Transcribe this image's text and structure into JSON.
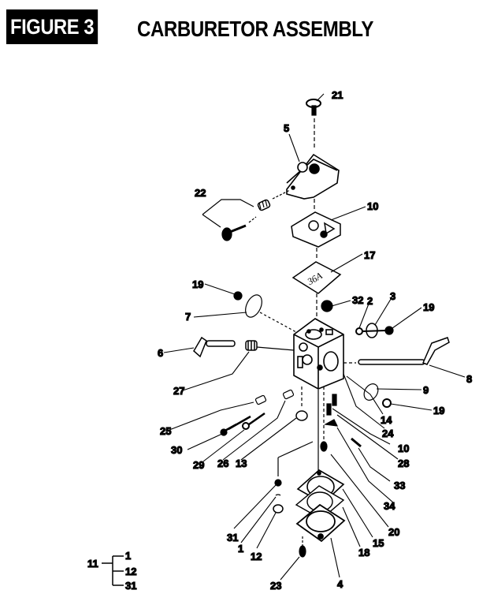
{
  "header": {
    "figure_label": "FIGURE 3",
    "title": "CARBURETOR ASSEMBLY"
  },
  "callouts": [
    {
      "id": "c21",
      "text": "21"
    },
    {
      "id": "c5",
      "text": "5"
    },
    {
      "id": "c22",
      "text": "22"
    },
    {
      "id": "c10a",
      "text": "10"
    },
    {
      "id": "c17",
      "text": "17"
    },
    {
      "id": "c19a",
      "text": "19"
    },
    {
      "id": "c32",
      "text": "32"
    },
    {
      "id": "c2",
      "text": "2"
    },
    {
      "id": "c3",
      "text": "3"
    },
    {
      "id": "c19b",
      "text": "19"
    },
    {
      "id": "c7",
      "text": "7"
    },
    {
      "id": "c6",
      "text": "6"
    },
    {
      "id": "c8",
      "text": "8"
    },
    {
      "id": "c27",
      "text": "27"
    },
    {
      "id": "c9",
      "text": "9"
    },
    {
      "id": "c19c",
      "text": "19"
    },
    {
      "id": "c14",
      "text": "14"
    },
    {
      "id": "c24",
      "text": "24"
    },
    {
      "id": "c25",
      "text": "25"
    },
    {
      "id": "c10b",
      "text": "10"
    },
    {
      "id": "c30",
      "text": "30"
    },
    {
      "id": "c29",
      "text": "29"
    },
    {
      "id": "c26",
      "text": "26"
    },
    {
      "id": "c13",
      "text": "13"
    },
    {
      "id": "c28",
      "text": "28"
    },
    {
      "id": "c33",
      "text": "33"
    },
    {
      "id": "c34",
      "text": "34"
    },
    {
      "id": "c20",
      "text": "20"
    },
    {
      "id": "c31",
      "text": "31"
    },
    {
      "id": "c1",
      "text": "1"
    },
    {
      "id": "c12",
      "text": "12"
    },
    {
      "id": "c15",
      "text": "15"
    },
    {
      "id": "c18",
      "text": "18"
    },
    {
      "id": "c23",
      "text": "23"
    },
    {
      "id": "c4",
      "text": "4"
    }
  ],
  "kit_legend": {
    "parent": "11",
    "children": [
      "1",
      "12",
      "31"
    ]
  }
}
